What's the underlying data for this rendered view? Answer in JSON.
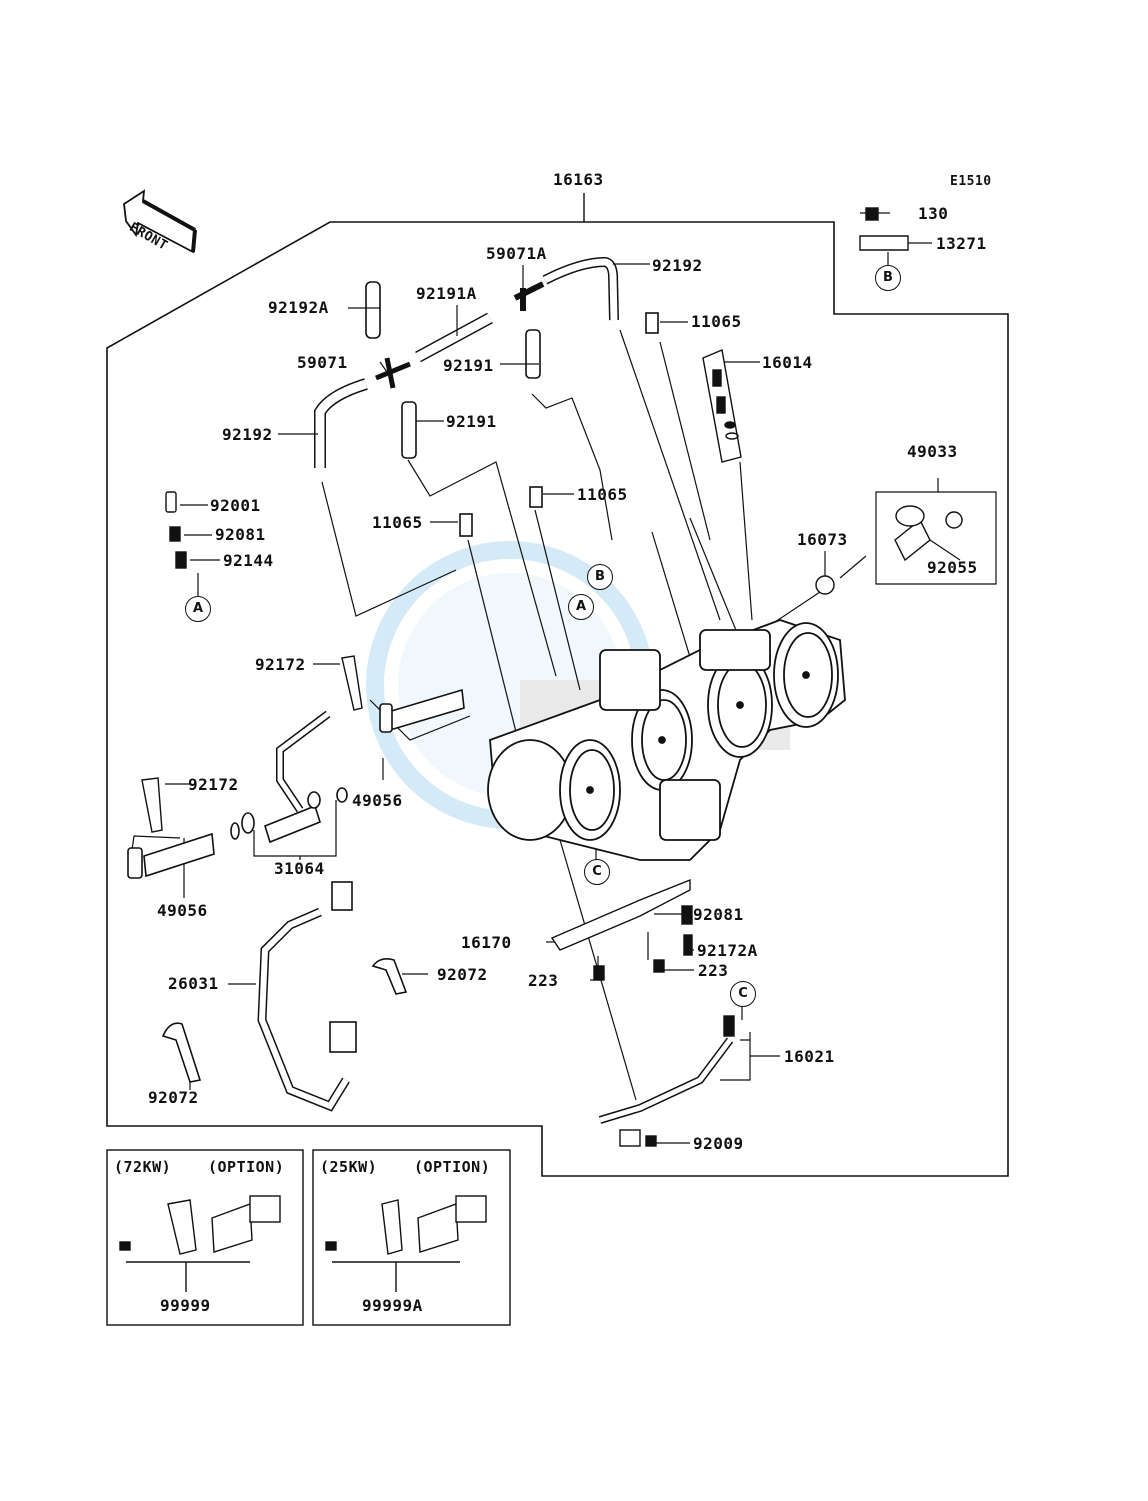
{
  "diagram_code": "E1510",
  "front_label": "FRONT",
  "parts": {
    "p16163": "16163",
    "p130": "130",
    "p13271": "13271",
    "p59071A": "59071A",
    "p92192_top": "92192",
    "p92192A": "92192A",
    "p92191A": "92191A",
    "p11065_a": "11065",
    "p16014": "16014",
    "p59071": "59071",
    "p92191_a": "92191",
    "p92191_b": "92191",
    "p92192_left": "92192",
    "p49033": "49033",
    "p92001": "92001",
    "p11065_b": "11065",
    "p92081_left": "92081",
    "p11065_c": "11065",
    "p16073": "16073",
    "p92144": "92144",
    "p92055": "92055",
    "p92172_a": "92172",
    "p49056_a": "49056",
    "p92172_b": "92172",
    "p31064": "31064",
    "p49056_b": "49056",
    "p92081_right": "92081",
    "p16170": "16170",
    "p92172A": "92172A",
    "p223_a": "223",
    "p223_b": "223",
    "p26031": "26031",
    "p92072_a": "92072",
    "p16021": "16021",
    "p92072_b": "92072",
    "p92009": "92009"
  },
  "refs": {
    "A1": "A",
    "B1": "B",
    "C1": "C",
    "A2": "A",
    "B2": "B",
    "C2": "C"
  },
  "option_boxes": [
    {
      "power": "(72KW)",
      "option": "(OPTION)",
      "part": "99999"
    },
    {
      "power": "(25KW)",
      "option": "(OPTION)",
      "part": "99999A"
    }
  ]
}
